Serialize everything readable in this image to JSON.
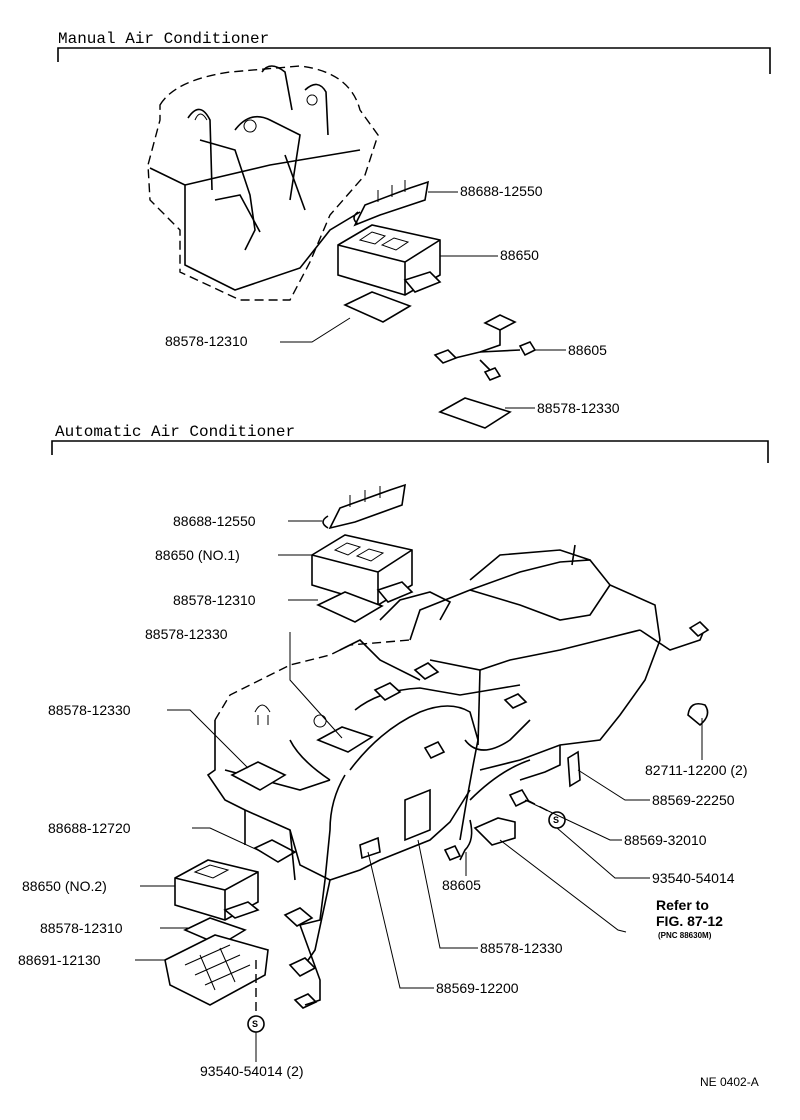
{
  "sections": {
    "manual": "Manual Air Conditioner",
    "automatic": "Automatic Air Conditioner"
  },
  "labels": {
    "m1": "88688-12550",
    "m2": "88650",
    "m3": "88578-12310",
    "m4": "88605",
    "m5": "88578-12330",
    "a1": "88688-12550",
    "a2": "88650 (NO.1)",
    "a3": "88578-12310",
    "a4": "88578-12330",
    "a5": "88578-12330",
    "a6": "82711-12200 (2)",
    "a7": "88569-22250",
    "a8": "88688-12720",
    "a9": "88569-32010",
    "a10": "93540-54014",
    "a11": "88650 (NO.2)",
    "a12": "88605",
    "a13": "88578-12310",
    "a14": "88578-12330",
    "a15": "88691-12130",
    "a16": "88569-12200",
    "a17": "93540-54014 (2)"
  },
  "refer": {
    "line1": "Refer to",
    "line2": "FIG. 87-12",
    "line3": "(PNC 88630M)"
  },
  "symbol": "S",
  "code": "NE 0402-A"
}
